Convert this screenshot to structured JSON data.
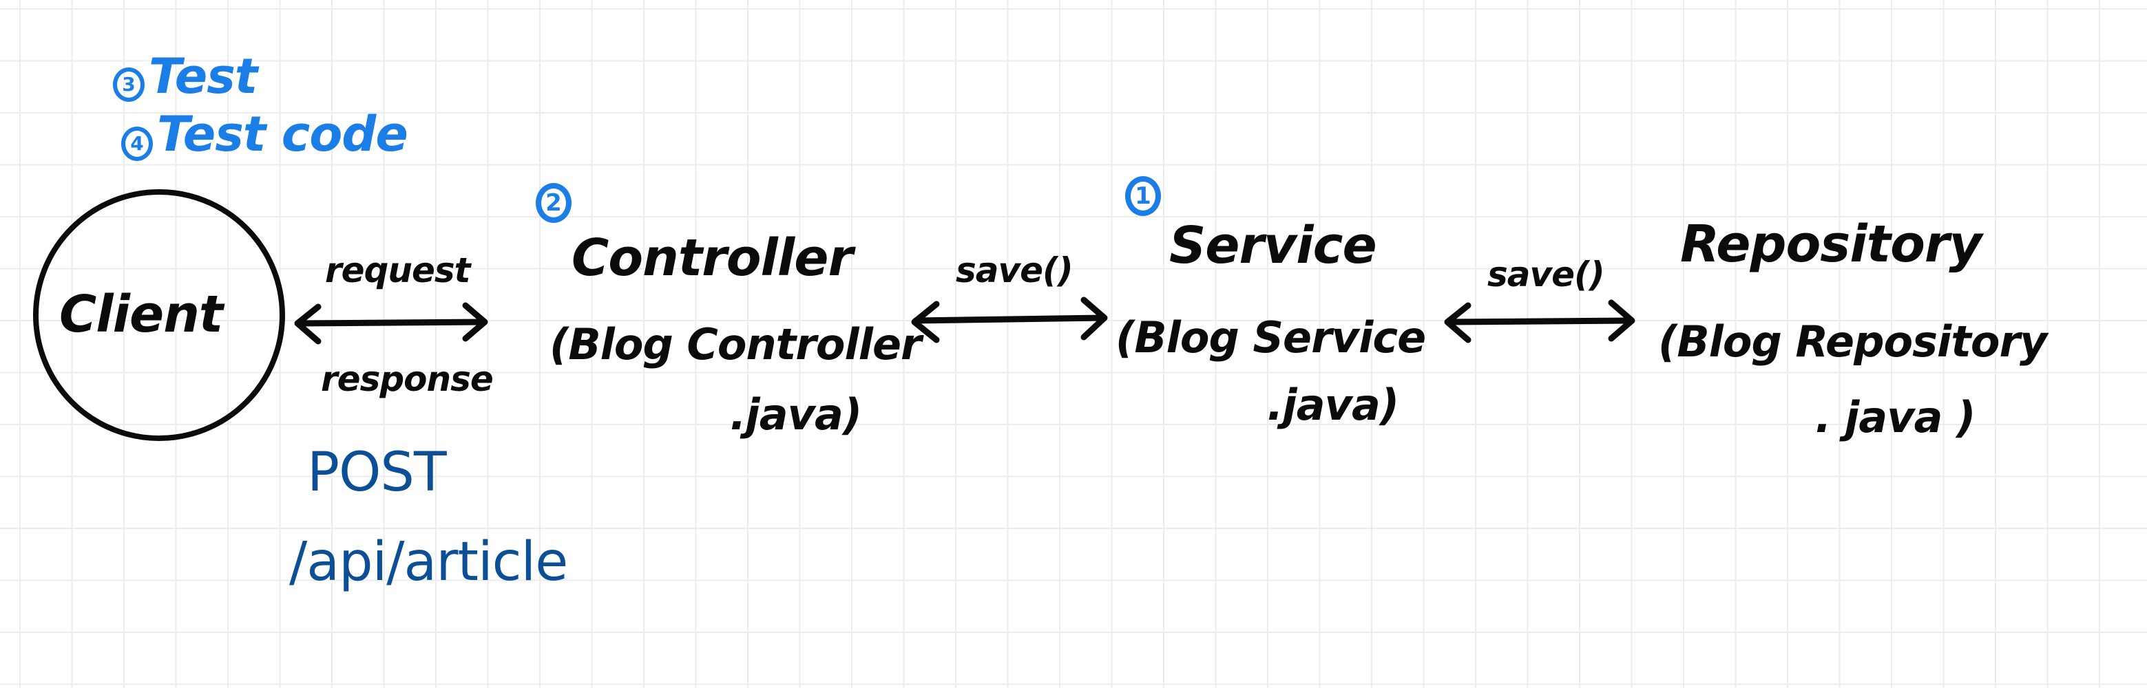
{
  "notes": {
    "test": {
      "badge": "3",
      "label": "Test"
    },
    "test_code": {
      "badge": "4",
      "label": "Test code"
    }
  },
  "client": {
    "label": "Client"
  },
  "client_controller_edge": {
    "top_label": "request",
    "bottom_label": "response"
  },
  "endpoint": {
    "method": "POST",
    "path": "/api/article"
  },
  "controller": {
    "badge": "2",
    "label": "Controller",
    "file_line1": "(Blog Controller",
    "file_line2": ".java)"
  },
  "controller_service_edge": {
    "label": "save()"
  },
  "service": {
    "badge": "1",
    "label": "Service",
    "file_line1": "(Blog Service",
    "file_line2": ".java)"
  },
  "service_repository_edge": {
    "label": "save()"
  },
  "repository": {
    "label": "Repository",
    "file_line1": "(Blog Repository",
    "file_line2": ". java )"
  },
  "colors": {
    "ink": "#0b0b0b",
    "step_blue": "#1a7ee6",
    "endpoint_navy": "#0d4f97",
    "grid": "#ececec"
  }
}
